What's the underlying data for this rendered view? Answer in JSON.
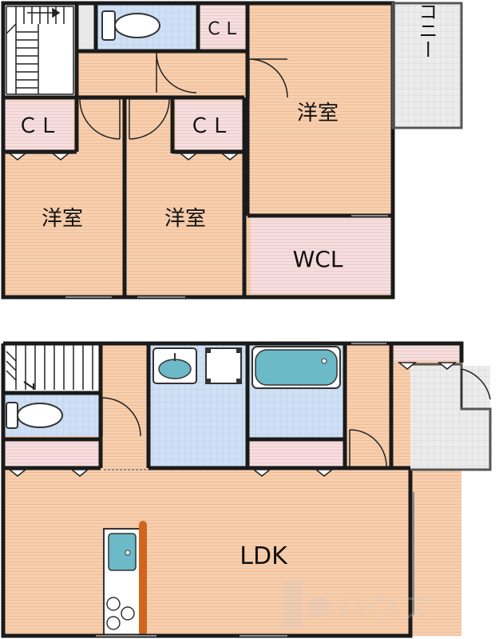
{
  "upper_floor": {
    "rooms": {
      "western_room_left": "洋室",
      "western_room_center": "洋室",
      "western_room_right": "洋室",
      "closet_top": "ＣＬ",
      "closet_left": "ＣＬ",
      "closet_center": "ＣＬ",
      "walk_in_closet": "WCL",
      "balcony": "バルコニー"
    }
  },
  "lower_floor": {
    "rooms": {
      "ldk": "LDK"
    }
  },
  "colors": {
    "wall": "#1a1a1a",
    "floor_wood": "#f7cfae",
    "floor_wood_stripe": "#efbd98",
    "closet_pink": "#f6dede",
    "wet_area_blue": "#cfe0f4",
    "fixture_teal": "#6cb9c8",
    "balcony_gray": "#e7e7e7",
    "counter_orange": "#d2651c"
  },
  "watermark": "ハウス"
}
